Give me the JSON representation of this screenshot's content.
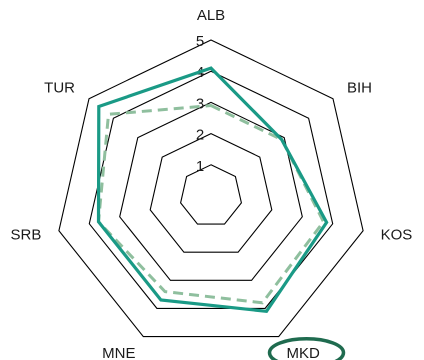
{
  "chart_data": {
    "type": "radar",
    "title": "",
    "categories": [
      "ALB",
      "BIH",
      "KOS",
      "MKD",
      "MNE",
      "SRB",
      "TUR"
    ],
    "rlim": [
      0,
      5
    ],
    "ticks": [
      1,
      2,
      3,
      4,
      5
    ],
    "grid": true,
    "series": [
      {
        "style": "solid",
        "color": "#1a9a86",
        "values": [
          4.1,
          2.9,
          3.8,
          4.1,
          3.7,
          3.7,
          4.6
        ]
      },
      {
        "style": "dashed",
        "color": "#8fbf9e",
        "values": [
          2.9,
          2.9,
          3.7,
          3.8,
          3.4,
          3.7,
          4.2
        ]
      }
    ],
    "highlight": {
      "category": "MKD",
      "color": "#1f6b4f"
    }
  }
}
